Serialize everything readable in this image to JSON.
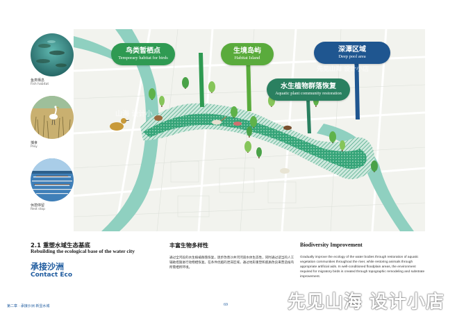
{
  "photos": [
    {
      "label_cn": "鱼类栖息",
      "label_en": "Fish habitat"
    },
    {
      "label_cn": "捕食",
      "label_en": "Prey"
    },
    {
      "label_cn": "休憩停留",
      "label_en": "Rest stop"
    }
  ],
  "callouts": [
    {
      "cn": "鸟类暂栖点",
      "en": "Temporary habitat for birds"
    },
    {
      "cn": "生境岛屿",
      "en": "Habitat Island"
    },
    {
      "cn": "水生植物群落恢复",
      "en": "Aquatic plant community restoration"
    },
    {
      "cn": "深潭区域",
      "en": "Deep pool area"
    }
  ],
  "section": {
    "number_title": "2.1 重塑水域生态基底",
    "title_en": "Rebuilding the ecological base of the water city",
    "contact_cn": "承接沙洲",
    "contact_en": "Contact Eco"
  },
  "middle": {
    "title": "丰富生物多样性",
    "body": "通过全河段的水生植被群落恢复，逐步改善沙井河河道水体生态性，同时通过适当的人工辅助措施进行动物栖恢复。在条件优越的泄滞区域，通过地形重塑和底质改良来营造候鸟所需栖所环境。"
  },
  "right": {
    "title": "Biodiversity Improvement",
    "body": "Gradually improve the ecology of the water bodies through restoration of aquatic vegetation communities throughout the river, while restoring animals through appropriate artificial aids. In well-conditioned floodplain areas, the environment required for migratory birds is created through topographic remodeling and substrate improvement."
  },
  "footer": {
    "left": "第二章 · 承接沙洲 新显水城",
    "page": "69"
  },
  "watermark": {
    "main": "先见山海 设计小店",
    "map_overlay": "先见山海 设计小店",
    "map_overlay_2": "山海 设计小"
  },
  "colors": {
    "river_light": "#8fd0c0",
    "river_dark": "#1f9a6a",
    "callout_green": "#2f9a52",
    "callout_lime": "#5aab3c",
    "callout_teal": "#2a8060",
    "callout_blue": "#1f5690",
    "accent_blue": "#1d5a9e"
  }
}
